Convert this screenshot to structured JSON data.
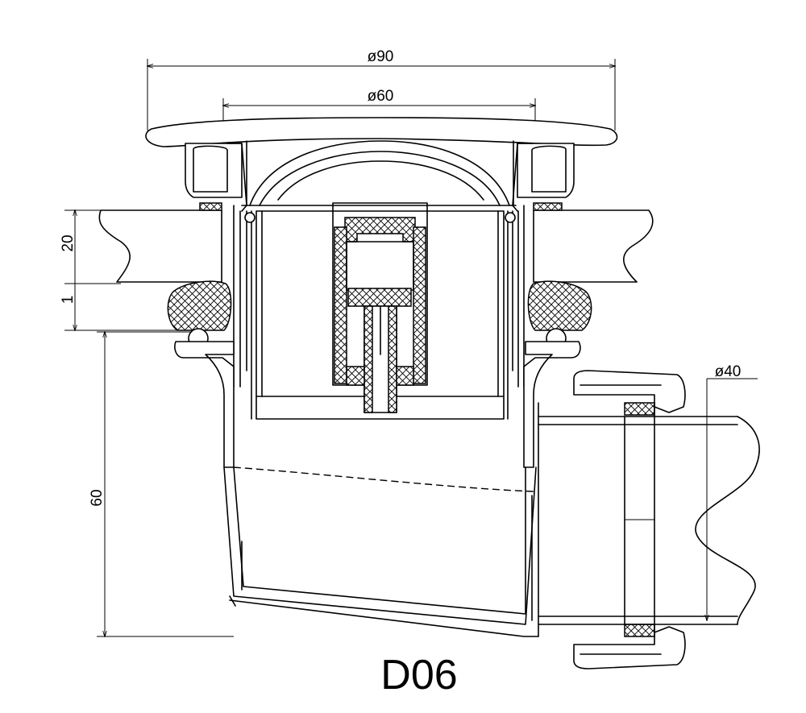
{
  "dimensions": {
    "outer_diameter": "ø90",
    "inner_diameter": "ø60",
    "outlet_diameter": "ø40",
    "thickness_upper": "20",
    "thickness_lower": "1",
    "body_height": "60"
  },
  "model_code": "D06"
}
